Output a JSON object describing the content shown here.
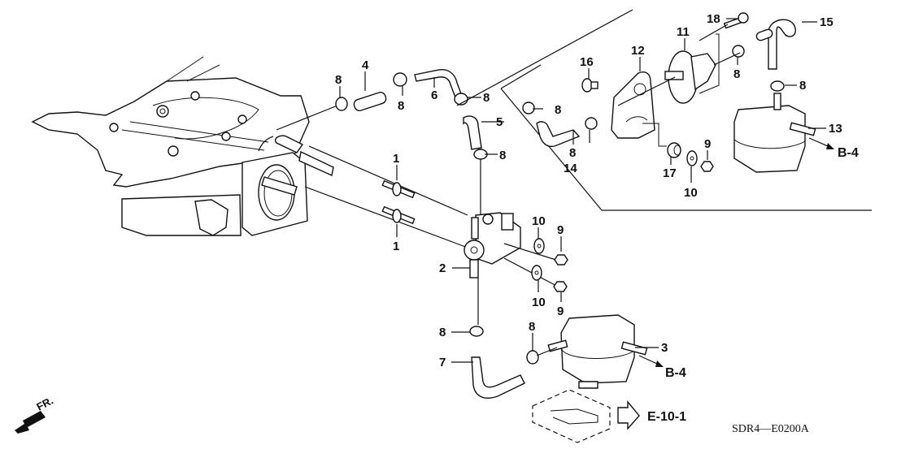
{
  "diagram": {
    "code": "SDR4—E0200A",
    "front_indicator": "FR.",
    "callouts": [
      {
        "id": "c1a",
        "text": "1"
      },
      {
        "id": "c1b",
        "text": "1"
      },
      {
        "id": "c2",
        "text": "2"
      },
      {
        "id": "c3",
        "text": "3"
      },
      {
        "id": "c4",
        "text": "4"
      },
      {
        "id": "c5",
        "text": "5"
      },
      {
        "id": "c6",
        "text": "6"
      },
      {
        "id": "c7",
        "text": "7"
      },
      {
        "id": "c8a",
        "text": "8"
      },
      {
        "id": "c8b",
        "text": "8"
      },
      {
        "id": "c8c",
        "text": "8"
      },
      {
        "id": "c8d",
        "text": "8"
      },
      {
        "id": "c8e",
        "text": "8"
      },
      {
        "id": "c8f",
        "text": "8"
      },
      {
        "id": "c8g",
        "text": "8"
      },
      {
        "id": "c8h",
        "text": "8"
      },
      {
        "id": "c8i",
        "text": "8"
      },
      {
        "id": "c8j",
        "text": "8"
      },
      {
        "id": "c9a",
        "text": "9"
      },
      {
        "id": "c9b",
        "text": "9"
      },
      {
        "id": "c9c",
        "text": "9"
      },
      {
        "id": "c10a",
        "text": "10"
      },
      {
        "id": "c10b",
        "text": "10"
      },
      {
        "id": "c10c",
        "text": "10"
      },
      {
        "id": "c11",
        "text": "11"
      },
      {
        "id": "c12",
        "text": "12"
      },
      {
        "id": "c13",
        "text": "13"
      },
      {
        "id": "c14",
        "text": "14"
      },
      {
        "id": "c15",
        "text": "15"
      },
      {
        "id": "c16",
        "text": "16"
      },
      {
        "id": "c17",
        "text": "17"
      },
      {
        "id": "c18",
        "text": "18"
      }
    ],
    "references": {
      "b4_lower": "B-4",
      "b4_upper": "B-4",
      "e10": "E-10-1"
    }
  }
}
